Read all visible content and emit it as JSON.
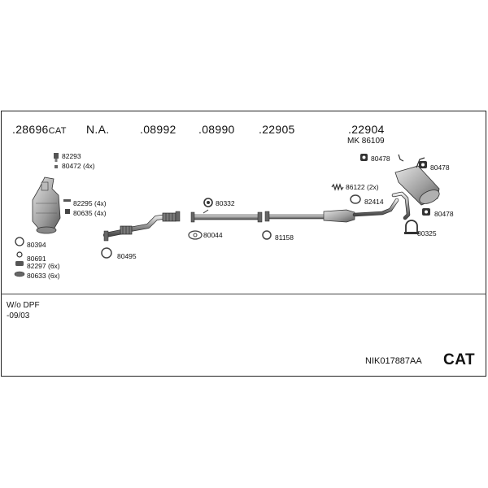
{
  "assembly_refs": [
    {
      "code": ".28696",
      "suffix": "CAT"
    },
    {
      "code": "N.A.",
      "suffix": ""
    },
    {
      "code": ".08992",
      "suffix": ""
    },
    {
      "code": ".08990",
      "suffix": ""
    },
    {
      "code": ".22905",
      "suffix": ""
    },
    {
      "code": ".22904",
      "suffix": ""
    }
  ],
  "kit_note": "MK 86109",
  "parts": {
    "p82293": "82293",
    "p80472": "80472 (4x)",
    "p82295": "82295 (4x)",
    "p80635": "80635 (4x)",
    "p80394": "80394",
    "p80691": "80691",
    "p82297": "82297 (6x)",
    "p80633": "80633 (6x)",
    "p80495": "80495",
    "p80332": "80332",
    "p80044": "80044",
    "p81158": "81158",
    "p80478a": "80478",
    "p80478b": "80478",
    "p86122": "86122 (2x)",
    "p82414": "82414",
    "p80478c": "80478",
    "p80325": "80325"
  },
  "notes": [
    "W/o DPF",
    "-09/03"
  ],
  "kit_code": "NIK017887AA",
  "kit_type": "CAT",
  "icons": {
    "clamp": "u-bolt-clamp-icon",
    "hanger": "rubber-hanger-icon",
    "ring": "sealing-ring-icon",
    "spring": "spring-icon",
    "bolt": "bolt-icon",
    "nut": "nut-icon"
  }
}
